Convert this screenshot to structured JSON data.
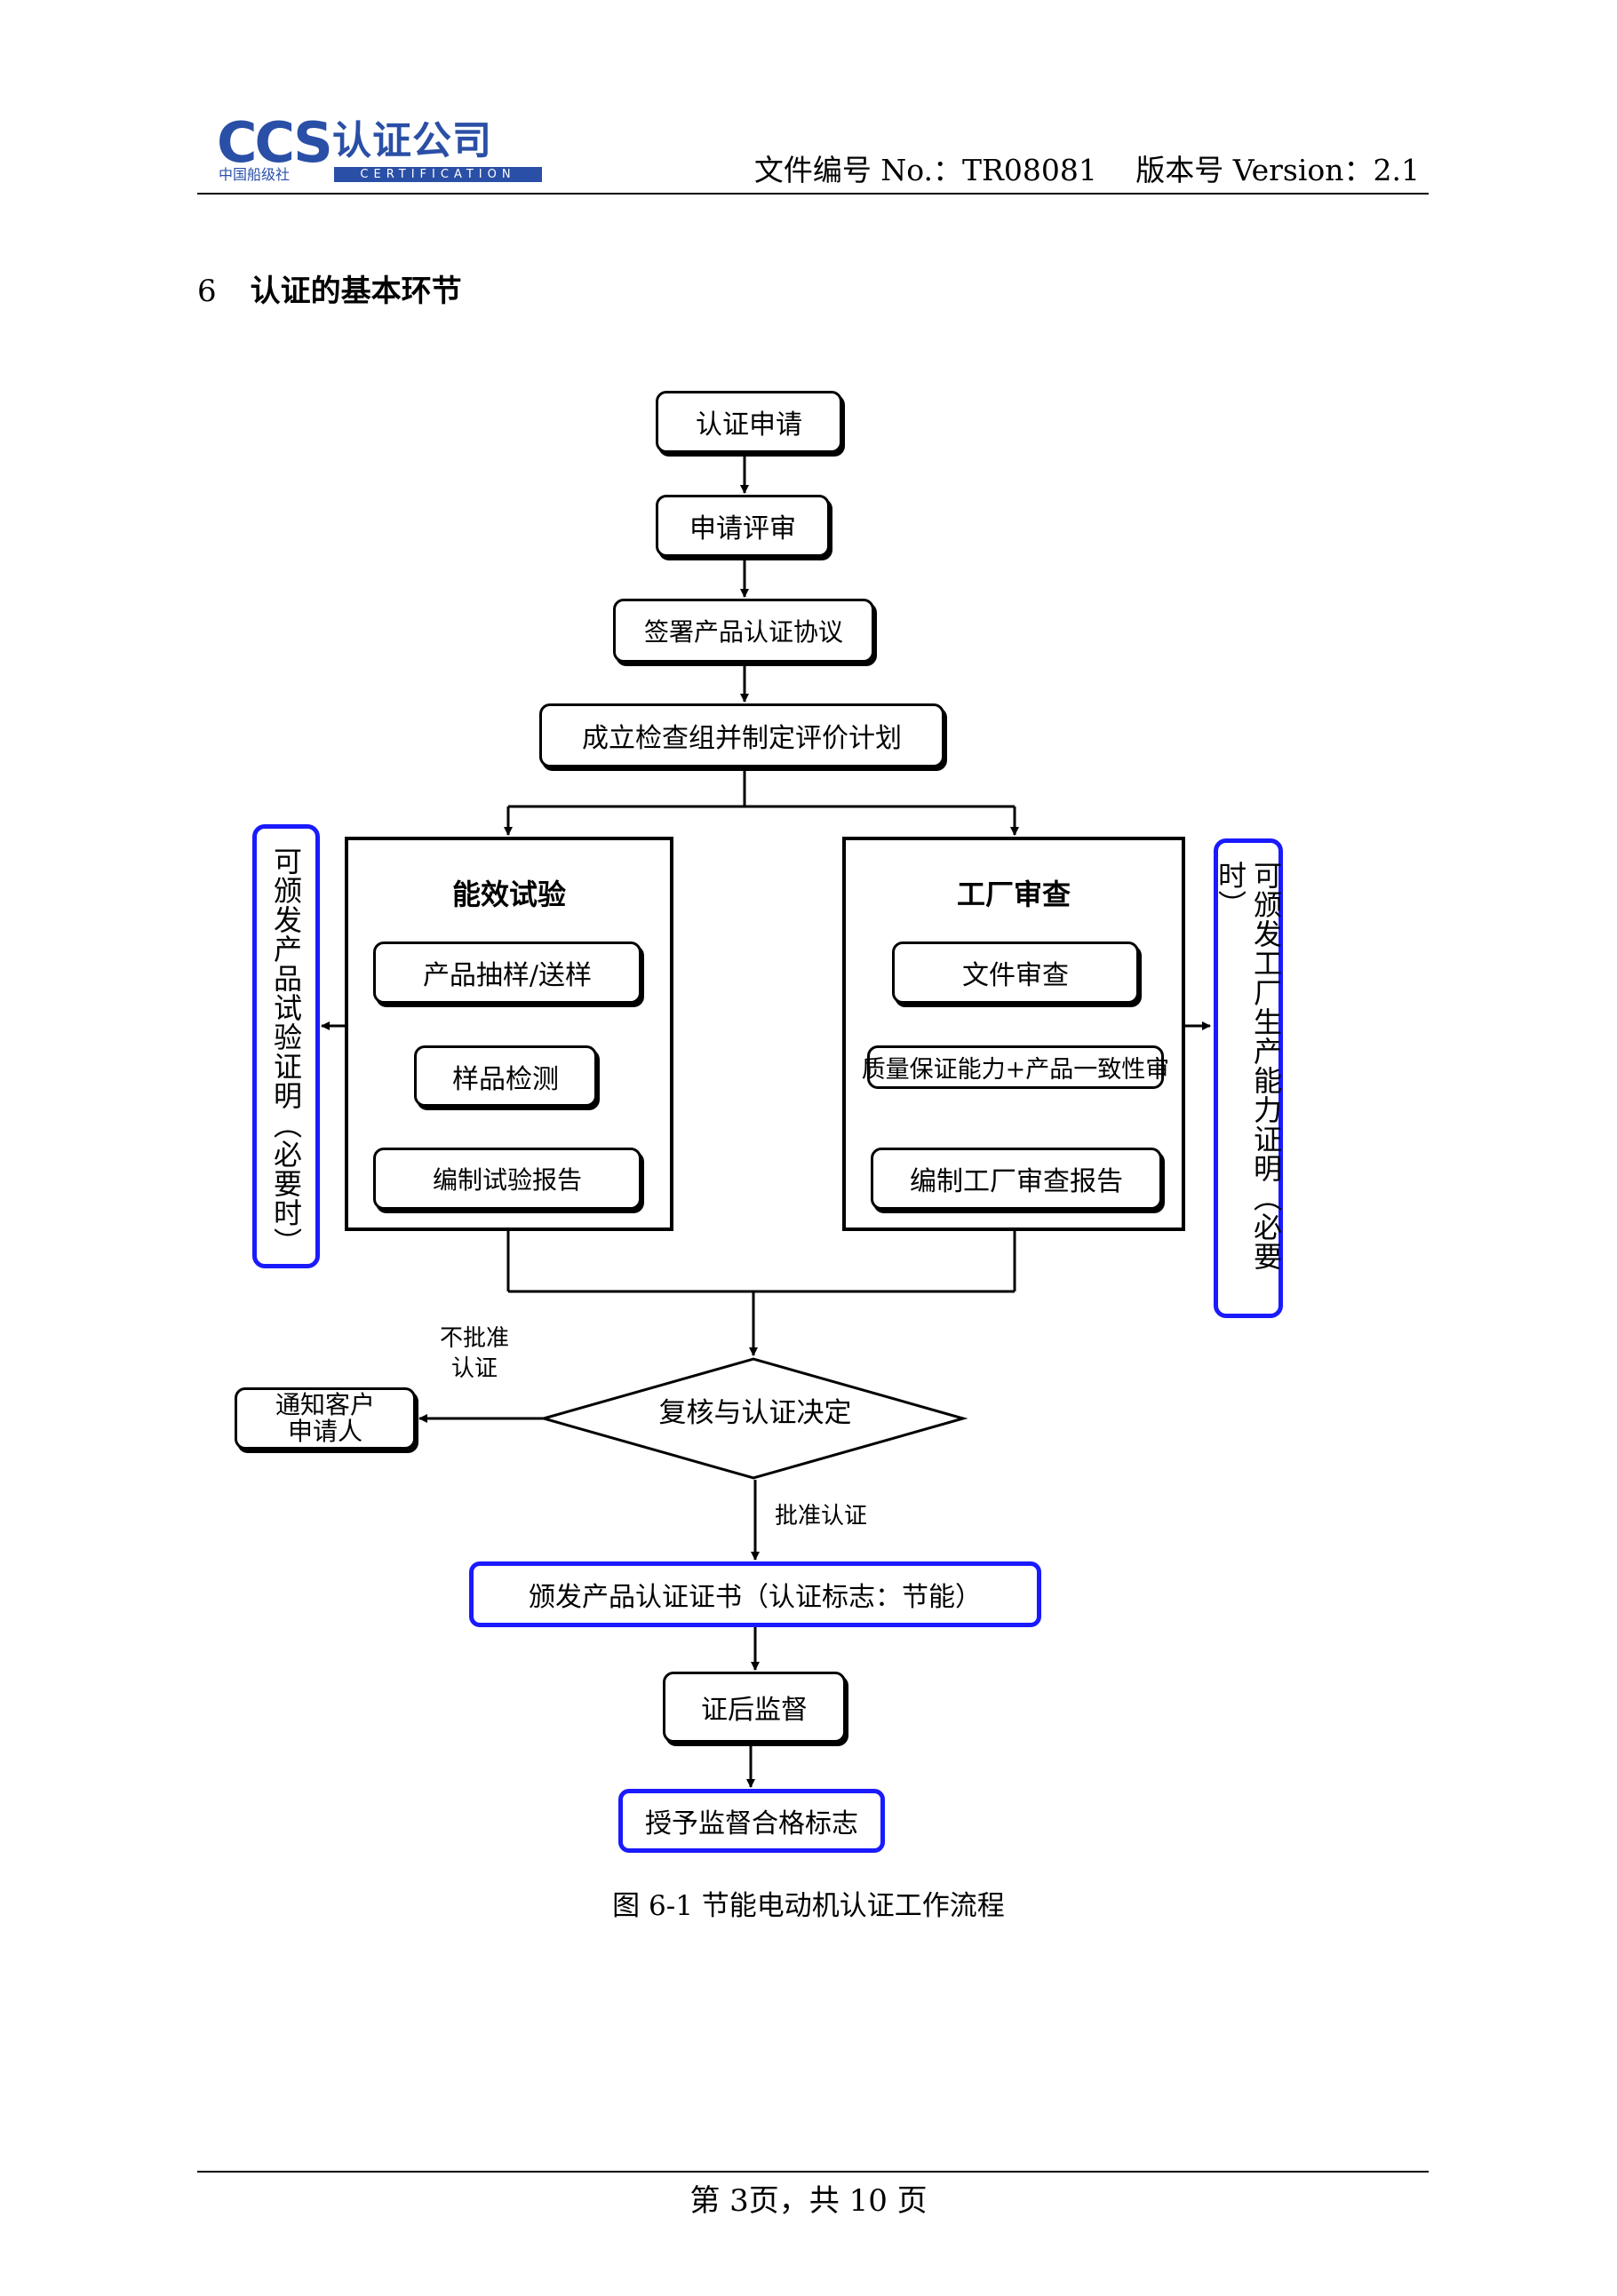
{
  "header": {
    "logo_ccs": "CCS",
    "logo_cn": "认证公司",
    "logo_sub_cn": "中国船级社",
    "logo_sub_en": "CERTIFICATION",
    "doc_info": "文件编号 No.：TR08081　 版本号 Version：2.1"
  },
  "section": {
    "number": "6",
    "title": "认证的基本环节"
  },
  "flow": {
    "step1": "认证申请",
    "step2": "申请评审",
    "step3": "签署产品认证协议",
    "step4": "成立检查组并制定评价计划",
    "left_panel": {
      "title": "能效试验",
      "items": [
        "产品抽样/送样",
        "样品检测",
        "编制试验报告"
      ]
    },
    "right_panel": {
      "title": "工厂审查",
      "items": [
        "文件审查",
        "质量保证能力+产品一致性审",
        "编制工厂审查报告"
      ]
    },
    "left_side_note": "可颁发产品试验证明（必要时）",
    "right_side_note": "可颁发工厂生产能力证明（必要时）",
    "decision": "复核与认证决定",
    "reject_label": "不批准\n认证",
    "notify": "通知客户\n申请人",
    "approve_label": "批准认证",
    "certificate": "颁发产品认证证书（认证标志：节能）",
    "supervision": "证后监督",
    "mark": "授予监督合格标志"
  },
  "caption": "图 6-1 节能电动机认证工作流程",
  "footer": "第 3页，共 10 页"
}
